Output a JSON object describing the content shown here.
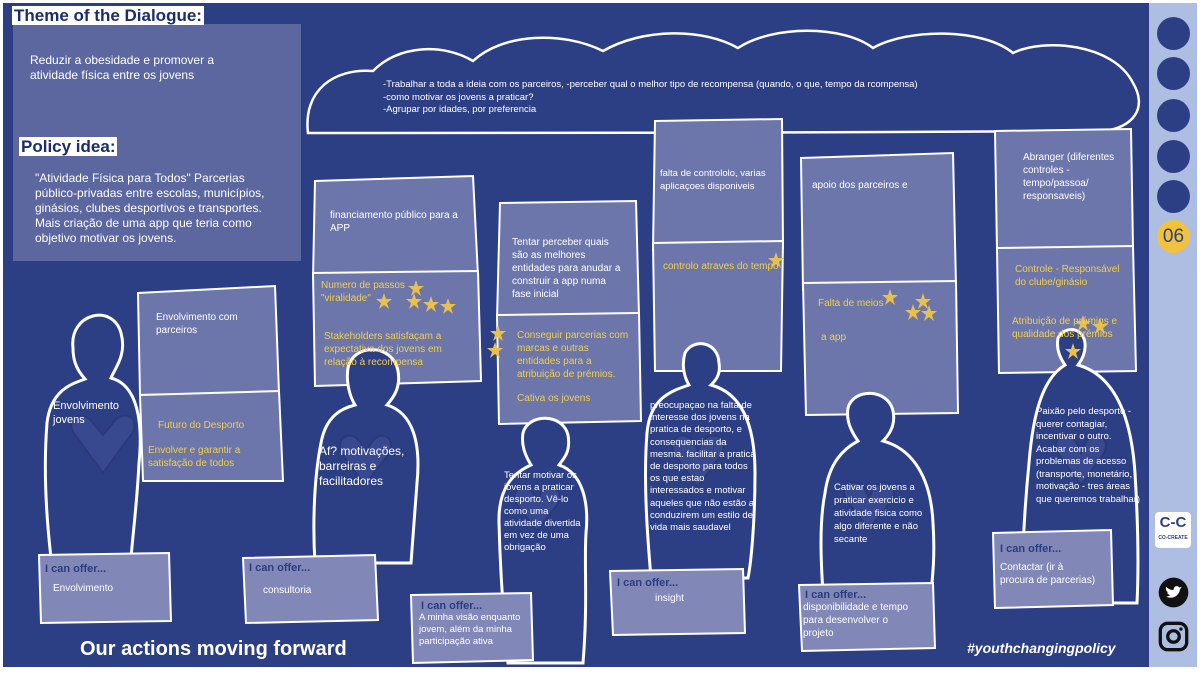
{
  "header": {
    "theme_title": "Theme of the Dialogue:",
    "theme_text": "Reduzir a obesidade e promover a atividade física entre os jovens",
    "policy_title": "Policy idea:",
    "policy_text": "\"Atividade Física para Todos\" Parcerias público-privadas entre escolas, municípios, ginásios, clubes desportivos e transportes. Mais criação de uma app que teria como objetivo motivar os jovens."
  },
  "cloud": {
    "line1": "-Trabalhar a toda a ideia com os parceiros, -perceber qual o melhor tipo de recompensa  (quando, o que, tempo da rcompensa)",
    "line2": "-como motivar os jovens a praticar?",
    "line3": "-Agrupar por idades, por preferencia"
  },
  "columns": [
    {
      "top": "Envolvimento com parceiros",
      "mid1": "Futuro do Desporto",
      "mid2": "Envolver e garantir a satisfação de todos",
      "person": "Envolvimento jovens",
      "offer_label": "I can offer...",
      "offer": "Envolvimento"
    },
    {
      "top": "financiamento público para a APP",
      "mid1": "Numero de passos \"viralidade\"",
      "mid2": "Stakeholders satisfaçam a expectativa dos jovens em relação à recompensa",
      "person": "Af? motivações, barreiras e facilitadores",
      "offer_label": "I can offer...",
      "offer": "consultoria"
    },
    {
      "top": "Tentar perceber quais são as melhores entidades para anudar a construir a app numa fase inicial",
      "mid1": "Conseguir parcerias com marcas e outras entidades para a atribuição de prémios.",
      "mid2": "Cativa os jovens",
      "person": "Tentar motivar os jovens a praticar desporto. Vê-lo como uma atividade divertida em vez de uma obrigação",
      "offer_label": "I can offer...",
      "offer": "A minha visão enquanto jovem, além da minha participação ativa"
    },
    {
      "top": "falta de contrololo, varias aplicaçoes disponiveis",
      "mid1": "controlo atraves do tempo",
      "mid2": "",
      "person": "preocupaçao na falta de interesse dos jovens na pratica de desporto, e consequencias da mesma. facilitar a pratica de desporto para todos os que estao interessados e motivar aqueles que não estão a conduzirem um estilo de vida mais saudavel",
      "offer_label": "I can offer...",
      "offer": "insight"
    },
    {
      "top": "apoio dos parceiros e",
      "mid1": "Falta de meios",
      "mid2": "a app",
      "person": "Cativar os jovens a praticar exercicio e atividade fisica como algo diferente e não secante",
      "offer_label": "I can offer...",
      "offer": "disponibilidade e tempo para desenvolver o projeto"
    },
    {
      "top": "Abranger (diferentes controles - tempo/passoa/ responsaveis)",
      "mid1": "Controle - Responsável do clube/ginásio",
      "mid2": "Atribuição de prémios e qualidade dos prémios",
      "person": "Paixão pelo desporto - querer contagiar, incentivar o outro. Acabar com os problemas de acesso (transporte, monetário, motivação - tres áreas que queremos trabalhar)",
      "offer_label": "I can offer...",
      "offer": "Contactar (ir à procura de parcerias)"
    }
  ],
  "footer": {
    "left": "Our actions moving forward",
    "right": "#youthchangingpolicy"
  },
  "sidebar": {
    "page_number": "06",
    "logo_mark": "C-C",
    "logo_text": "CO-CREATE",
    "social_icons": [
      "twitter-icon",
      "instagram-icon"
    ]
  },
  "colors": {
    "board": "#2d3f84",
    "sidebar": "#aebde2",
    "card": "#6c76aa",
    "card_border": "#ffffff",
    "accent_yellow": "#f1cf4a",
    "star": "#e7c04d"
  }
}
